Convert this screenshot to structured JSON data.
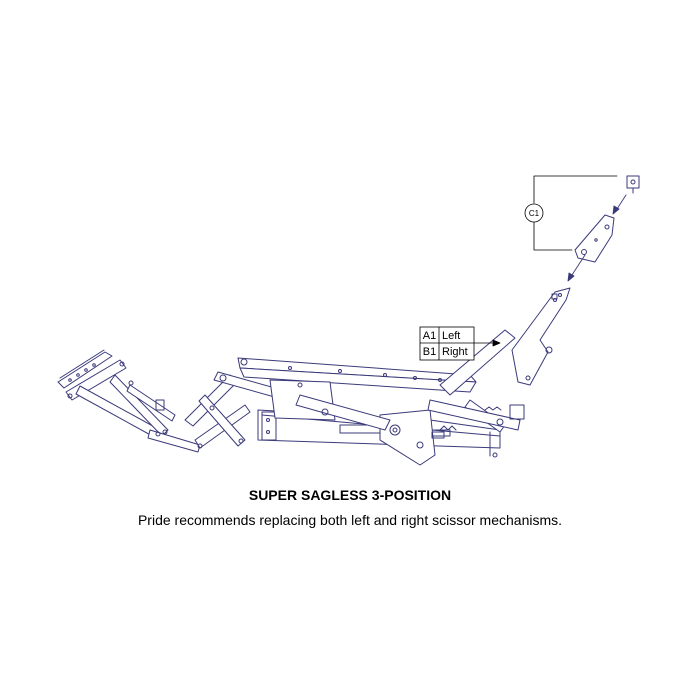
{
  "callouts": [
    {
      "code": "A1",
      "label": "Left"
    },
    {
      "code": "B1",
      "label": "Right"
    }
  ],
  "detail_callout": "C1",
  "caption": {
    "title": "SUPER SAGLESS 3-POSITION",
    "description": "Pride recommends replacing both left and right scissor mechanisms."
  },
  "colors": {
    "line": "#3a3a7a",
    "text": "#000000",
    "background": "#ffffff"
  }
}
